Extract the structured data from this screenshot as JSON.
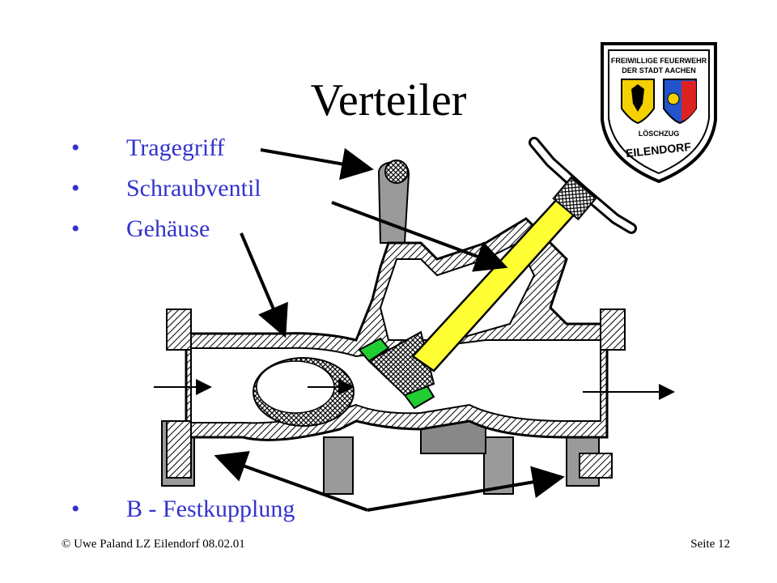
{
  "slide": {
    "title": "Verteiler",
    "bullets": [
      {
        "label": "Tragegriff"
      },
      {
        "label": "Schraubventil"
      },
      {
        "label": "Gehäuse"
      },
      {
        "label": "B - Festkupplung"
      }
    ],
    "bullet_symbol": "•",
    "footer_left": "© Uwe Paland LZ Eilendorf 08.02.01",
    "footer_right": "Seite 12"
  },
  "logo": {
    "line1": "FREIWILLIGE FEUERWEHR",
    "line2": "DER STADT AACHEN",
    "line3": "LÖSCHZUG",
    "line4": "EILENDORF"
  },
  "colors": {
    "bullet_text": "#3333cc",
    "valve_spindle": "#ffff33",
    "seal": "#22cc33",
    "hatch": "#000000",
    "shadow_parts": "#9a9a9a"
  }
}
